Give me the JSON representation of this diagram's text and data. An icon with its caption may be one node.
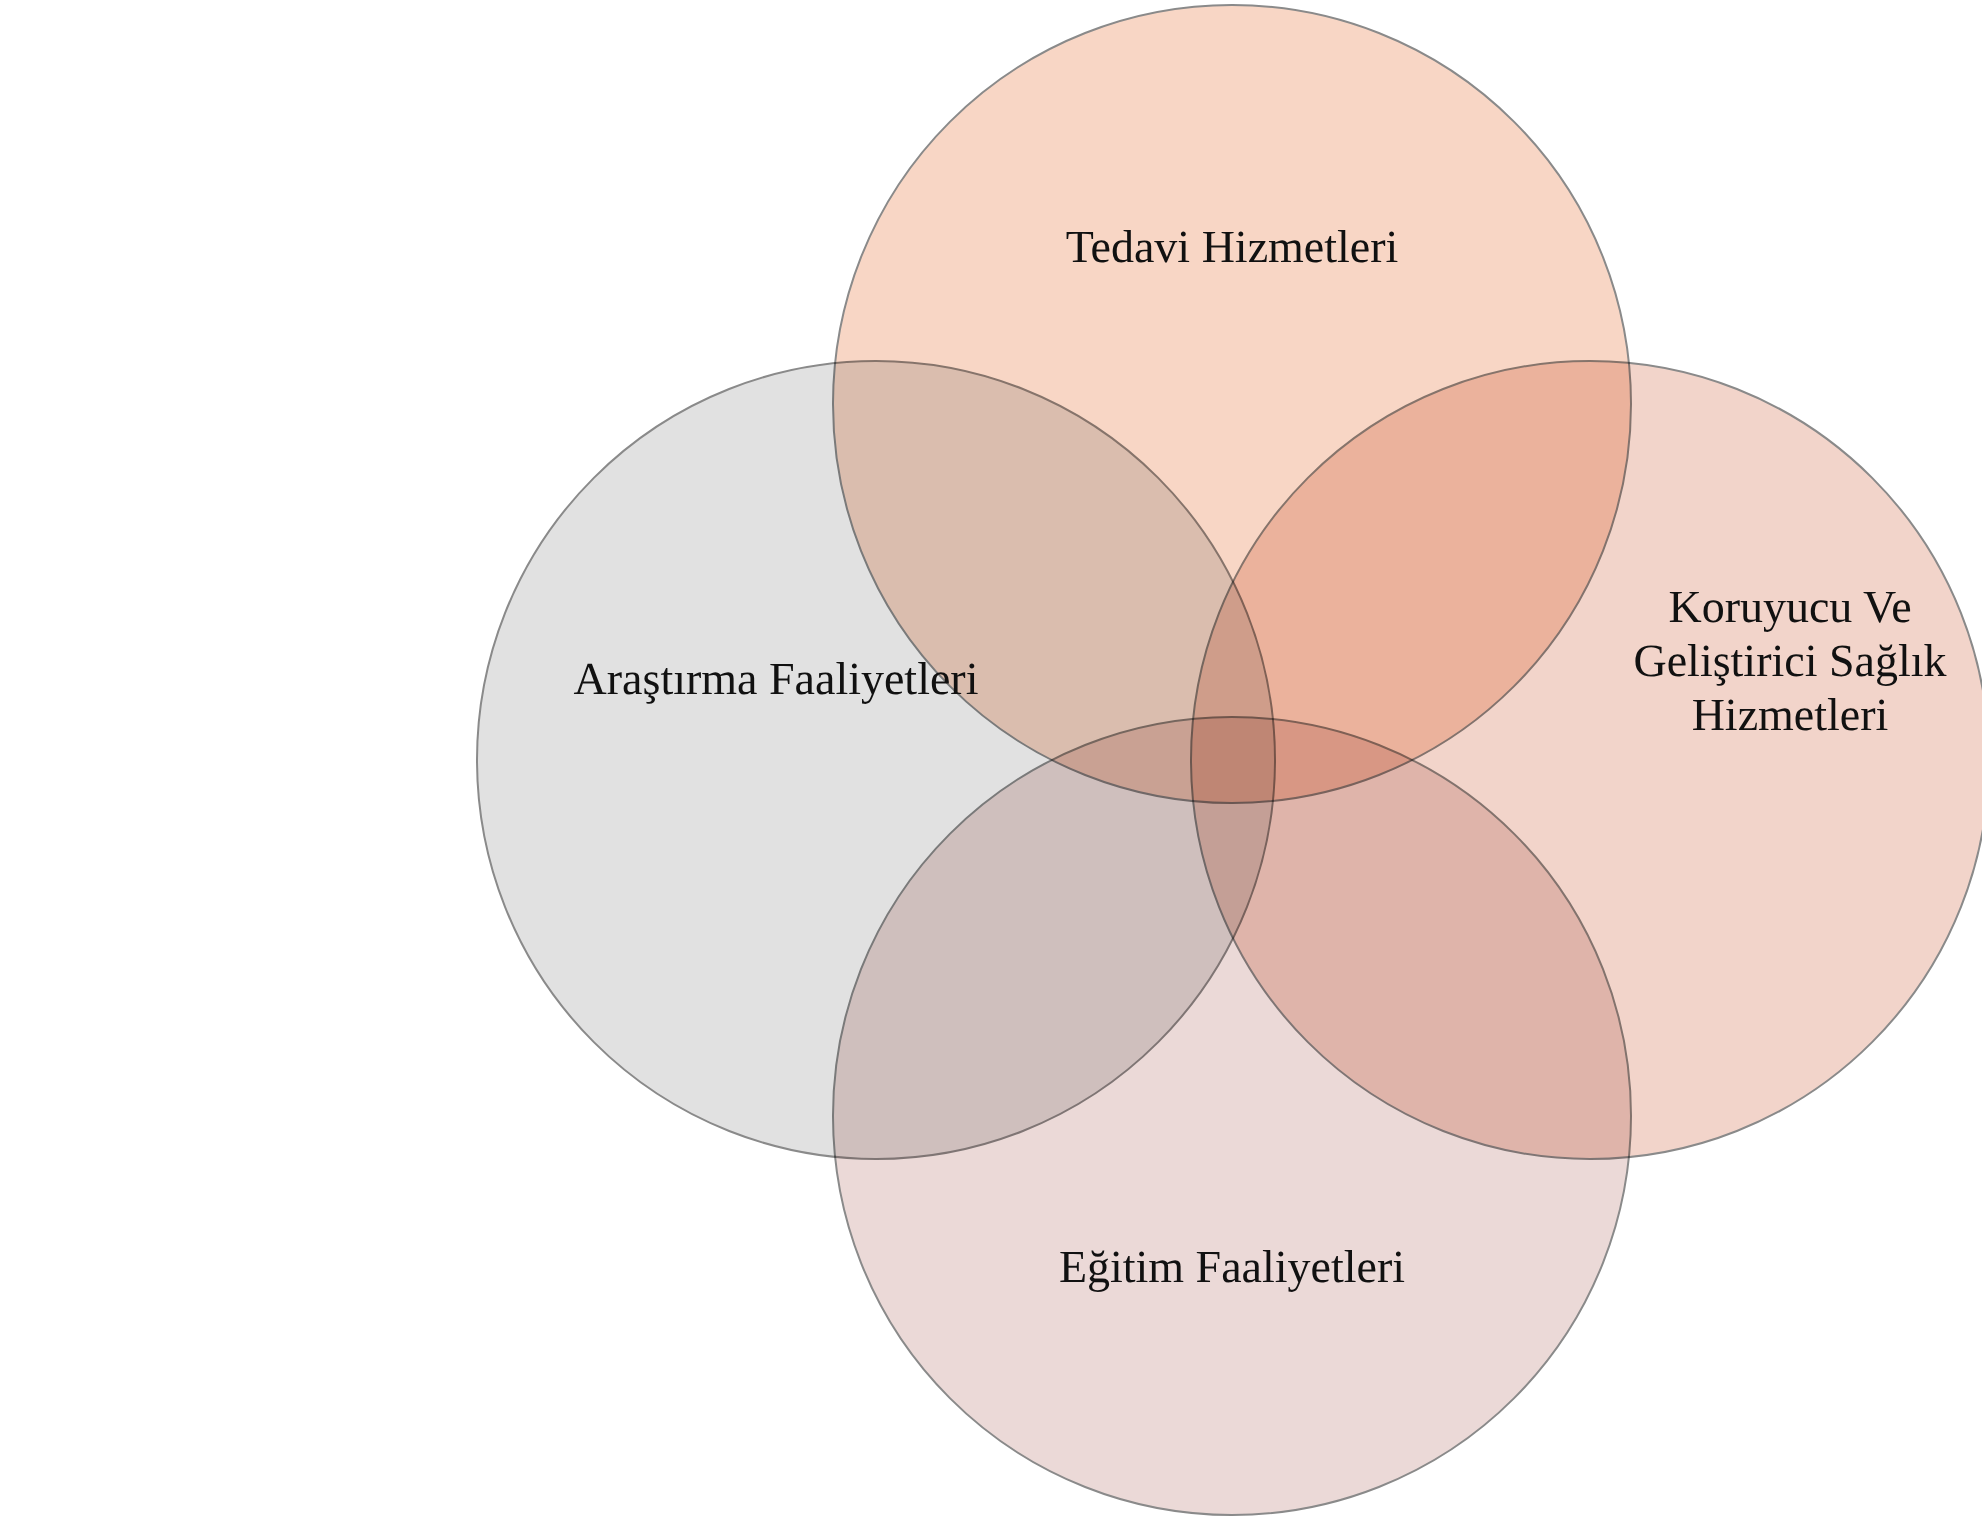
{
  "diagram": {
    "nodes": [
      {
        "text": [
          "Tedavi Hizmetleri"
        ]
      },
      {
        "text": [
          "Araştırma Faaliyetleri"
        ]
      },
      {
        "text": [
          "Koruyucu Ve Geliştirici Sağlık Hizmetleri"
        ]
      },
      {
        "text": [
          "Eğitim Faaliyetleri"
        ]
      }
    ]
  }
}
